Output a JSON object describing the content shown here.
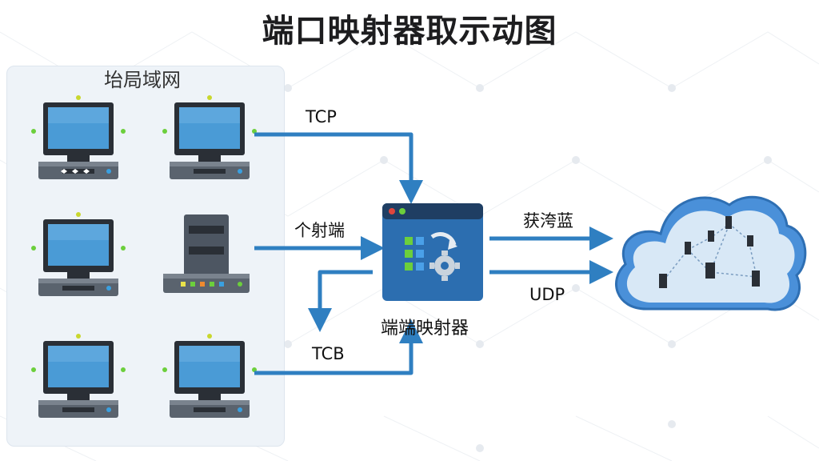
{
  "title": "端口映射器取示动图",
  "lan": {
    "title": "坮局域网"
  },
  "connections": {
    "tcp": "TCP",
    "middle": "个射端",
    "tcb": "TCB",
    "out_top": "获洿蓝",
    "udp": "UDP"
  },
  "mapper": {
    "label": "端端映射器"
  },
  "devices": [
    {
      "name": "computer-1",
      "type": "desktop"
    },
    {
      "name": "computer-2",
      "type": "desktop"
    },
    {
      "name": "computer-3",
      "type": "desktop"
    },
    {
      "name": "server-1",
      "type": "server"
    },
    {
      "name": "computer-4",
      "type": "desktop"
    },
    {
      "name": "computer-5",
      "type": "desktop"
    }
  ],
  "colors": {
    "arrow": "#2f7fc1",
    "cloud": "#4a90d9",
    "mapper": "#2c6eb0",
    "screen": "#3f8fd0"
  }
}
